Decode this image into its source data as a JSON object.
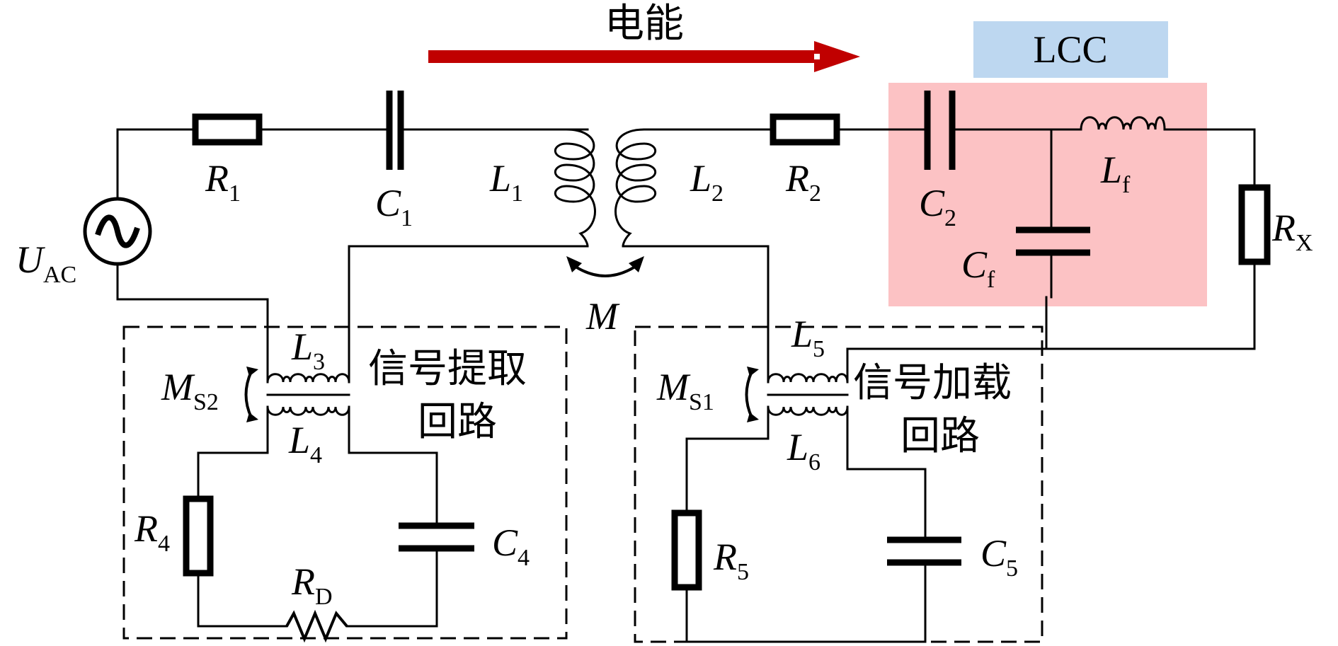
{
  "energy_label": "电能",
  "lcc_label": "LCC",
  "extract_loop_label": [
    "信号提取",
    "回路"
  ],
  "load_loop_label": [
    "信号加载",
    "回路"
  ],
  "labels": {
    "R1": {
      "main": "R",
      "sub": "1"
    },
    "C1": {
      "main": "C",
      "sub": "1"
    },
    "L1": {
      "main": "L",
      "sub": "1"
    },
    "L2": {
      "main": "L",
      "sub": "2"
    },
    "R2": {
      "main": "R",
      "sub": "2"
    },
    "C2": {
      "main": "C",
      "sub": "2"
    },
    "Lf": {
      "main": "L",
      "sub": "f"
    },
    "Cf": {
      "main": "C",
      "sub": "f"
    },
    "RX": {
      "main": "R",
      "sub": "X"
    },
    "UAC": {
      "main": "U",
      "sub": "AC"
    },
    "M": {
      "main": "M",
      "sub": ""
    },
    "L3": {
      "main": "L",
      "sub": "3"
    },
    "L4": {
      "main": "L",
      "sub": "4"
    },
    "L5": {
      "main": "L",
      "sub": "5"
    },
    "L6": {
      "main": "L",
      "sub": "6"
    },
    "MS2": {
      "main": "M",
      "sub": "S2"
    },
    "MS1": {
      "main": "M",
      "sub": "S1"
    },
    "R4": {
      "main": "R",
      "sub": "4"
    },
    "RD": {
      "main": "R",
      "sub": "D"
    },
    "C4": {
      "main": "C",
      "sub": "4"
    },
    "R5": {
      "main": "R",
      "sub": "5"
    },
    "C5": {
      "main": "C",
      "sub": "5"
    }
  },
  "colors": {
    "energy_arrow": "#c00000",
    "lcc_region": "#fcc2c4",
    "lcc_label_bg": "#bdd7f0",
    "wire": "#000000"
  }
}
